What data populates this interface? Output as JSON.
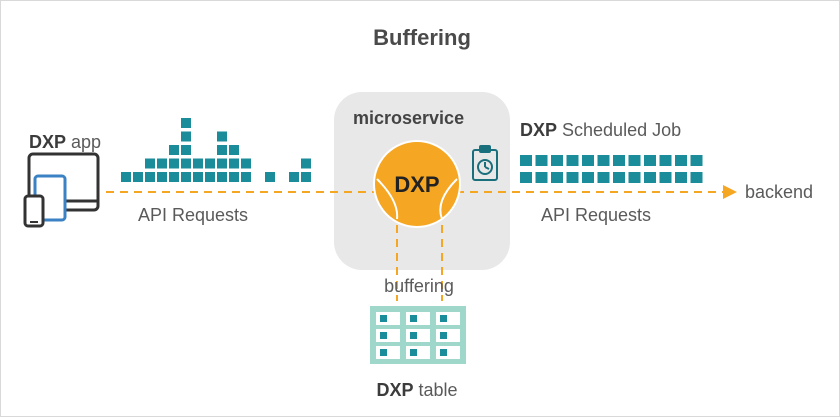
{
  "title": "Buffering",
  "app_label": {
    "bold": "DXP",
    "rest": " app"
  },
  "requests_left_label": "API Requests",
  "microservice_label": "microservice",
  "core_label": "DXP",
  "scheduled_job_label": {
    "bold": "DXP",
    "rest": " Scheduled Job"
  },
  "requests_right_label": "API Requests",
  "backend_label": "backend",
  "buffering_label": "buffering",
  "table_label": {
    "bold": "DXP",
    "rest": " table"
  },
  "colors": {
    "request_block": "#1a8c9a",
    "arrow": "#f5a623",
    "core_circle": "#f5a623",
    "microservice_bg": "#e8e8e8",
    "table": "#9fd8cb",
    "device_outline": "#333333",
    "device_accent": "#3b82c4"
  },
  "icons": {
    "devices": "devices-icon",
    "clipboard": "clipboard-clock-icon",
    "table": "table-icon"
  },
  "left_request_stack_heights": [
    1,
    1,
    2,
    2,
    3,
    5,
    2,
    2,
    4,
    3,
    2,
    0,
    1,
    0,
    1,
    2
  ],
  "right_request_stack_heights": [
    2,
    2,
    2,
    2,
    2,
    2,
    2,
    2,
    2,
    2,
    2,
    2
  ]
}
